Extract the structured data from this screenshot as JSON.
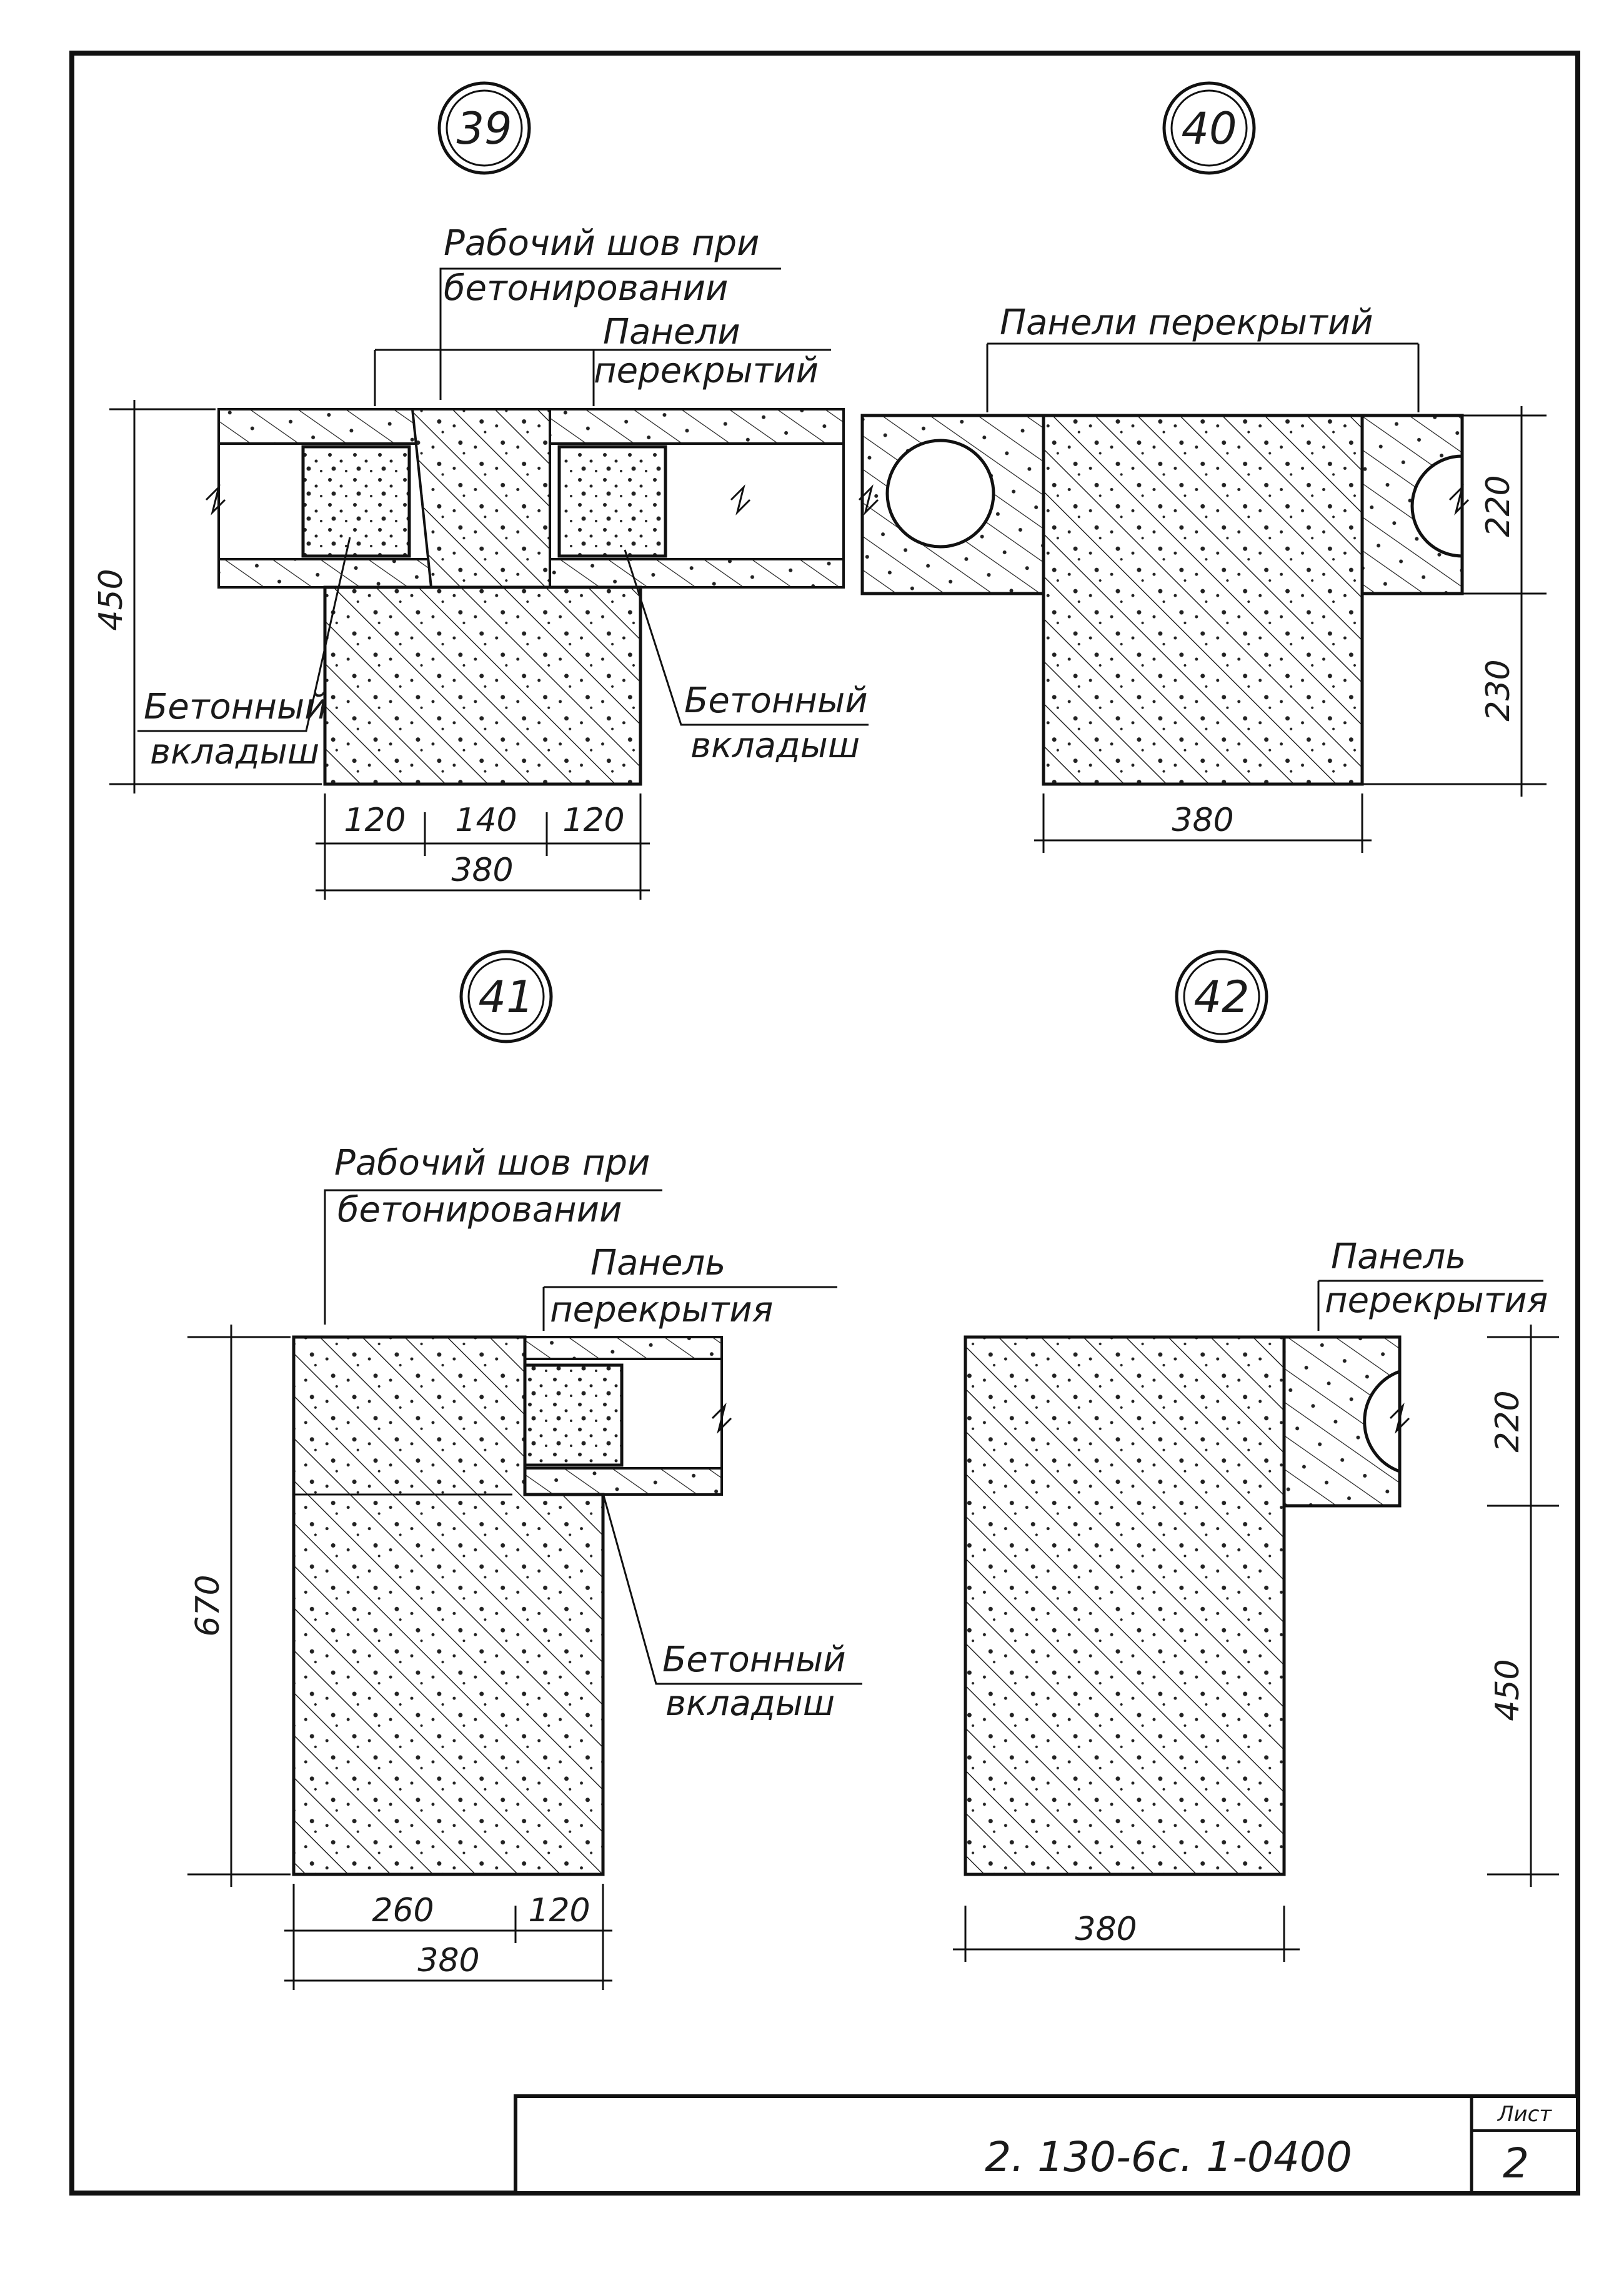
{
  "details": [
    {
      "number": "39",
      "labels": {
        "working_joint_line1": "Рабочий шов при",
        "working_joint_line2": "бетонировании",
        "panels_line1": "Панели",
        "panels_line2": "перекрытий",
        "insert_left_line1": "Бетонный",
        "insert_left_line2": "вкладыш",
        "insert_right_line1": "Бетонный",
        "insert_right_line2": "вкладыш"
      },
      "dims": {
        "height": "450",
        "w1": "120",
        "w2": "140",
        "w3": "120",
        "total": "380"
      }
    },
    {
      "number": "40",
      "labels": {
        "panels": "Панели перекрытий"
      },
      "dims": {
        "h_top": "220",
        "h_bottom": "230",
        "width": "380"
      }
    },
    {
      "number": "41",
      "labels": {
        "working_joint_line1": "Рабочий шов при",
        "working_joint_line2": "бетонировании",
        "panel_line1": "Панель",
        "panel_line2": "перекрытия",
        "insert_line1": "Бетонный",
        "insert_line2": "вкладыш"
      },
      "dims": {
        "height": "670",
        "w1": "260",
        "w2": "120",
        "total": "380"
      }
    },
    {
      "number": "42",
      "labels": {
        "panel_line1": "Панель",
        "panel_line2": "перекрытия"
      },
      "dims": {
        "h_top": "220",
        "h_bottom": "450",
        "width": "380"
      }
    }
  ],
  "title_block": {
    "document_code": "2. 130-6с. 1-0400",
    "sheet_label": "Лист",
    "sheet_number": "2"
  }
}
